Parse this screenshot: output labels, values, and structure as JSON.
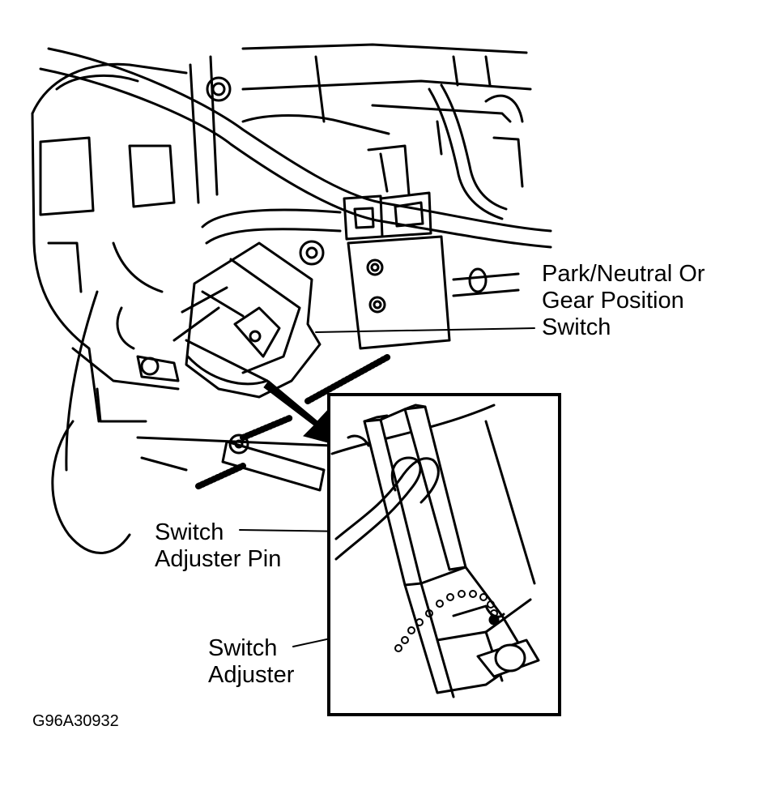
{
  "labels": {
    "switch_line1": "Park/Neutral Or",
    "switch_line2": "Gear Position",
    "switch_line3": "Switch",
    "pin_line1": "Switch",
    "pin_line2": "Adjuster Pin",
    "adjuster_line1": "Switch",
    "adjuster_line2": "Adjuster"
  },
  "figure_code": "G96A30932"
}
